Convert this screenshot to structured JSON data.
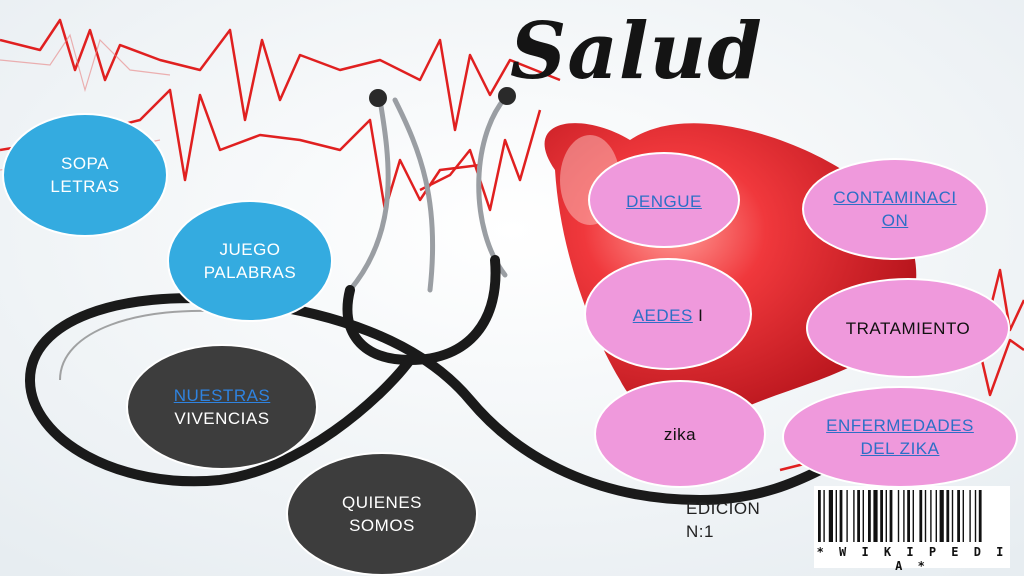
{
  "title": "Salud",
  "menu": {
    "sopa": [
      "SOPA",
      "LETRAS"
    ],
    "juego": [
      "JUEGO",
      "PALABRAS"
    ],
    "vivencias": {
      "link": "NUESTRAS",
      "text": "VIVENCIAS"
    },
    "quienes": [
      "QUIENES",
      "SOMOS"
    ]
  },
  "topics": {
    "dengue": "DENGUE",
    "aedes": {
      "link": "AEDES",
      "suffix": " I"
    },
    "zika": "zika",
    "contaminacion": [
      "CONTAMINACI",
      "ON"
    ],
    "tratamiento": "TRATAMIENTO",
    "enfermedades": [
      "ENFERMEDADES",
      "DEL ZIKA"
    ]
  },
  "edition": [
    "EDICIÓN",
    "N:1"
  ],
  "barcode_text": "* W I K I P E D I A *",
  "colors": {
    "blue_bubble": "#34abe0",
    "dark_bubble": "#3d3d3d",
    "pink_bubble": "#ef99dc",
    "link": "#2d6fc6",
    "ecg_line": "#e02020",
    "heart": "#e8252c"
  },
  "icons": {
    "background": "stethoscope-heart-illustration",
    "barcode": "barcode-icon"
  }
}
